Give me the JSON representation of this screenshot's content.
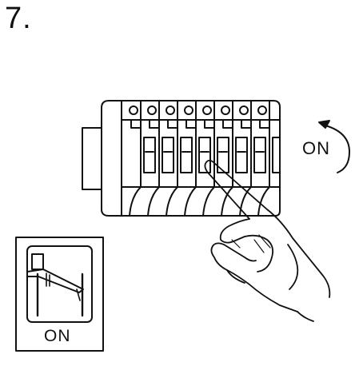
{
  "step": {
    "number": "7."
  },
  "labels": {
    "rotation_label": "ON",
    "inset_label": "ON"
  },
  "icons": {
    "breaker_panel": "breaker-panel-icon",
    "hand": "hand-icon",
    "rotation_arrow": "rotate-arrow-icon",
    "switch_inset": "switch-on-icon"
  },
  "colors": {
    "line": "#111111",
    "background": "#ffffff"
  }
}
